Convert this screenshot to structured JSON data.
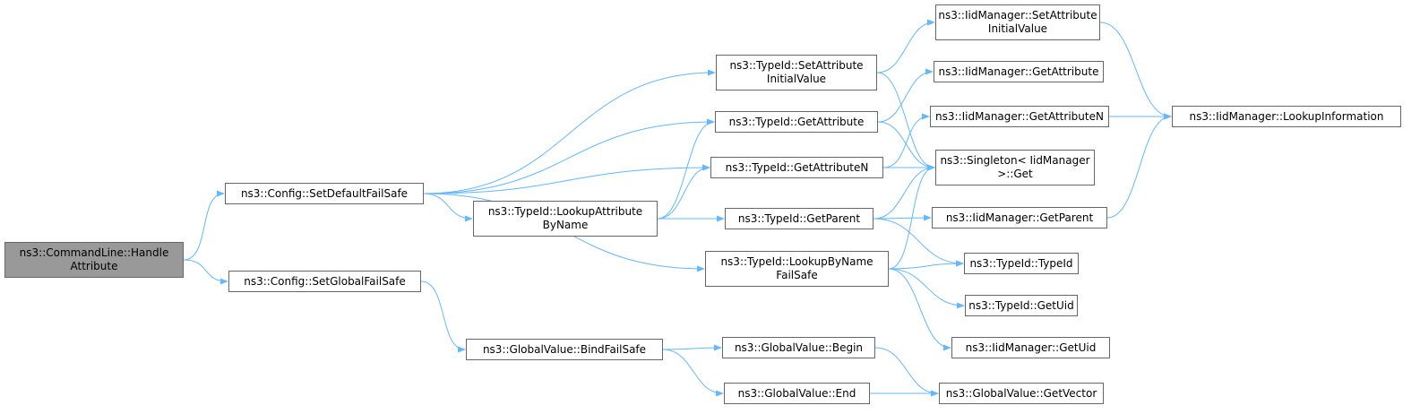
{
  "colors": {
    "edge": "#63b8ff",
    "node_border": "#666666",
    "node_fill": "#ffffff",
    "root_fill": "#999999"
  },
  "nodes": [
    {
      "id": "cl_handle",
      "lines": [
        "ns3::CommandLine::Handle",
        "Attribute"
      ],
      "root": true
    },
    {
      "id": "setdefault",
      "lines": [
        "ns3::Config::SetDefaultFailSafe"
      ]
    },
    {
      "id": "setglobal",
      "lines": [
        "ns3::Config::SetGlobalFailSafe"
      ]
    },
    {
      "id": "tid_setattr",
      "lines": [
        "ns3::TypeId::SetAttribute",
        "InitialValue"
      ]
    },
    {
      "id": "tid_getattr",
      "lines": [
        "ns3::TypeId::GetAttribute"
      ]
    },
    {
      "id": "tid_getattrn",
      "lines": [
        "ns3::TypeId::GetAttributeN"
      ]
    },
    {
      "id": "tid_lookupattr",
      "lines": [
        "ns3::TypeId::LookupAttribute",
        "ByName"
      ]
    },
    {
      "id": "tid_getparent",
      "lines": [
        "ns3::TypeId::GetParent"
      ]
    },
    {
      "id": "tid_lookupname",
      "lines": [
        "ns3::TypeId::LookupByName",
        "FailSafe"
      ]
    },
    {
      "id": "gv_bind",
      "lines": [
        "ns3::GlobalValue::BindFailSafe"
      ]
    },
    {
      "id": "gv_begin",
      "lines": [
        "ns3::GlobalValue::Begin"
      ]
    },
    {
      "id": "gv_end",
      "lines": [
        "ns3::GlobalValue::End"
      ]
    },
    {
      "id": "im_setattr",
      "lines": [
        "ns3::IidManager::SetAttribute",
        "InitialValue"
      ]
    },
    {
      "id": "im_getattr",
      "lines": [
        "ns3::IidManager::GetAttribute"
      ]
    },
    {
      "id": "im_getattrn",
      "lines": [
        "ns3::IidManager::GetAttributeN"
      ]
    },
    {
      "id": "singleton_get",
      "lines": [
        "ns3::Singleton< IidManager",
        ">::Get"
      ]
    },
    {
      "id": "im_getparent",
      "lines": [
        "ns3::IidManager::GetParent"
      ]
    },
    {
      "id": "tid_typeid",
      "lines": [
        "ns3::TypeId::TypeId"
      ]
    },
    {
      "id": "tid_getuid",
      "lines": [
        "ns3::TypeId::GetUid"
      ]
    },
    {
      "id": "im_getuid",
      "lines": [
        "ns3::IidManager::GetUid"
      ]
    },
    {
      "id": "gv_getvector",
      "lines": [
        "ns3::GlobalValue::GetVector"
      ]
    },
    {
      "id": "im_lookupinfo",
      "lines": [
        "ns3::IidManager::LookupInformation"
      ]
    }
  ],
  "edges": [
    [
      "cl_handle",
      "setdefault"
    ],
    [
      "cl_handle",
      "setglobal"
    ],
    [
      "setdefault",
      "tid_setattr"
    ],
    [
      "setdefault",
      "tid_getattr"
    ],
    [
      "setdefault",
      "tid_getattrn"
    ],
    [
      "setdefault",
      "tid_lookupattr"
    ],
    [
      "setdefault",
      "tid_lookupname"
    ],
    [
      "setglobal",
      "gv_bind"
    ],
    [
      "tid_setattr",
      "im_setattr"
    ],
    [
      "tid_setattr",
      "singleton_get"
    ],
    [
      "tid_getattr",
      "im_getattr"
    ],
    [
      "tid_getattr",
      "singleton_get"
    ],
    [
      "tid_getattrn",
      "im_getattrn"
    ],
    [
      "tid_getattrn",
      "singleton_get"
    ],
    [
      "tid_lookupattr",
      "tid_getattr"
    ],
    [
      "tid_lookupattr",
      "tid_getattrn"
    ],
    [
      "tid_lookupattr",
      "tid_getparent"
    ],
    [
      "tid_getparent",
      "singleton_get"
    ],
    [
      "tid_getparent",
      "im_getparent"
    ],
    [
      "tid_getparent",
      "tid_typeid"
    ],
    [
      "tid_lookupname",
      "singleton_get"
    ],
    [
      "tid_lookupname",
      "tid_typeid"
    ],
    [
      "tid_lookupname",
      "tid_getuid"
    ],
    [
      "tid_lookupname",
      "im_getuid"
    ],
    [
      "gv_bind",
      "gv_begin"
    ],
    [
      "gv_bind",
      "gv_end"
    ],
    [
      "gv_begin",
      "gv_getvector"
    ],
    [
      "gv_end",
      "gv_getvector"
    ],
    [
      "im_setattr",
      "im_lookupinfo"
    ],
    [
      "im_getattrn",
      "im_lookupinfo"
    ],
    [
      "im_getparent",
      "im_lookupinfo"
    ]
  ]
}
